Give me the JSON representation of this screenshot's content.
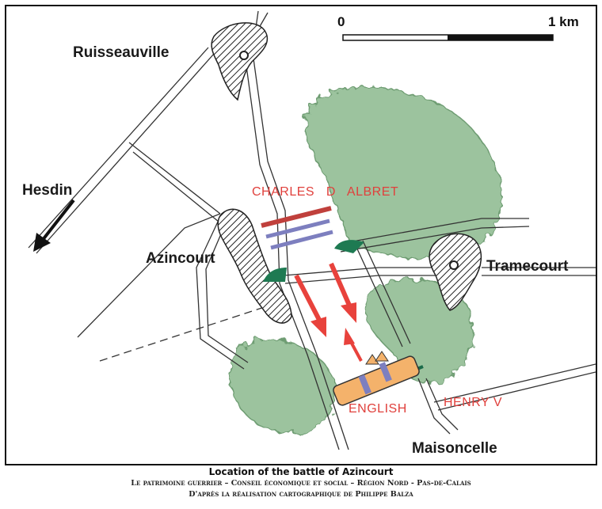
{
  "map": {
    "places": {
      "ruisseauville": "Ruisseauville",
      "hesdin": "Hesdin",
      "azincourt": "Azincourt",
      "tramecourt": "Tramecourt",
      "maisoncelle": "Maisoncelle"
    },
    "armies": {
      "french_commander": "CHARLES   D   ALBRET",
      "english": "ENGLISH",
      "english_commander": "HENRY V"
    },
    "scale": {
      "start": "0",
      "end": "1 km"
    },
    "colors": {
      "forest": "#9cc39e",
      "french_red": "#c0403c",
      "french_blue": "#7d7fbf",
      "english_orange": "#f4b26b",
      "arrow_red": "#e8423c",
      "archer_green": "#1b6b4a"
    }
  },
  "caption": {
    "title": "Location of the battle of Azincourt",
    "credit_1": "Le patrimoine guerrier – Conseil économique et social – Région Nord - Pas-de-Calais",
    "credit_2": "D'après la réalisation cartographique de Philippe Balza"
  }
}
